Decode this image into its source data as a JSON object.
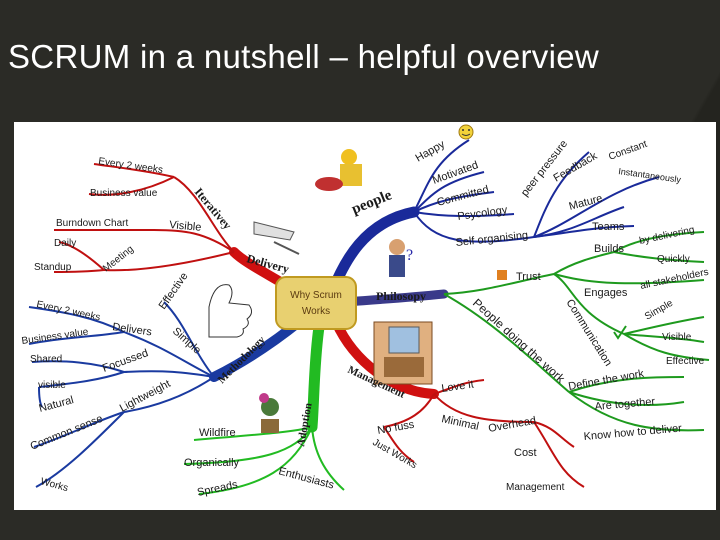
{
  "slide": {
    "title": "SCRUM in a nutshell – helpful overview"
  },
  "center": {
    "line1": "Why Scrum",
    "line2": "Works"
  },
  "branches": {
    "people": {
      "label": "people",
      "items": [
        "Happy",
        "Motivated",
        "Committed",
        "Psycology",
        "Self organising",
        "peer pressure",
        "Feedback",
        "Constant",
        "Instantaneously",
        "Mature",
        "Teams"
      ]
    },
    "philosophy": {
      "label": "Philosopy",
      "items": [
        "Trust",
        "People doing the work",
        "Engages",
        "all stakeholders",
        "Builds",
        "by delivering",
        "Quickly",
        "Communication",
        "Simple",
        "Visible",
        "Effective",
        "Define the work",
        "Are together",
        "Know how to deliver"
      ]
    },
    "management": {
      "label": "Management",
      "items": [
        "Love it",
        "No fuss",
        "Just Works",
        "Minimal",
        "Overhead",
        "Cost",
        "Management"
      ]
    },
    "adoption": {
      "label": "Adoption",
      "items": [
        "Wildfire",
        "Organically",
        "Spreads",
        "Enthusiasts"
      ]
    },
    "methodology": {
      "label": "Methodology",
      "items": [
        "Effective",
        "Every 2 weeks",
        "Business value",
        "Delivers",
        "Simple",
        "Shared",
        "Focussed",
        "visible",
        "Natural",
        "Lightweight",
        "Common sense",
        "Works"
      ]
    },
    "delivery": {
      "label": "Delivery",
      "items": [
        "Every 2 weeks",
        "Business value",
        "Iterativey",
        "Burndown Chart",
        "Visible",
        "Daily",
        "Standup",
        "Meeting"
      ]
    }
  }
}
